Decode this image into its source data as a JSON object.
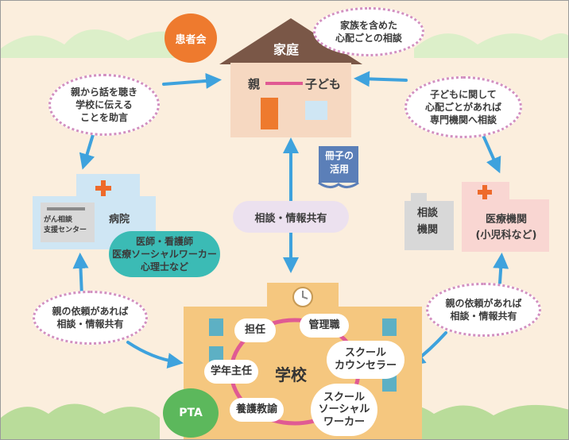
{
  "home": {
    "title": "家庭",
    "parent": "親",
    "child": "子ども"
  },
  "patient_group": "患者会",
  "clouds": {
    "family_consult": [
      "家族を含めた",
      "心配ごとの相談"
    ],
    "advice": [
      "親から話を聴き",
      "学校に伝える",
      "ことを助言"
    ],
    "specialist": [
      "子どもに関して",
      "心配ごとがあれば",
      "専門機関へ相談"
    ],
    "share_left": [
      "親の依頼があれば",
      "相談・情報共有"
    ],
    "share_right": [
      "親の依頼があれば",
      "相談・情報共有"
    ],
    "center": "相談・情報共有"
  },
  "booklet": [
    "冊子の",
    "活用"
  ],
  "hospital": {
    "label": "病院",
    "support_center": [
      "がん相談",
      "支援センター"
    ],
    "staff": [
      "医師・看護師",
      "医療ソーシャルワーカー",
      "心理士など"
    ]
  },
  "consult_agency": [
    "相談",
    "機関"
  ],
  "clinic": [
    "医療機関",
    "(小児科など)"
  ],
  "school": {
    "label": "学校",
    "roles": {
      "tannin": "担任",
      "kanrishoku": "管理職",
      "counselor": [
        "スクール",
        "カウンセラー"
      ],
      "social_worker": [
        "スクール",
        "ソーシャル",
        "ワーカー"
      ],
      "yogo": "養護教諭",
      "gakunen": "学年主任"
    }
  },
  "pta": "PTA",
  "colors": {
    "background": "#fbeedd",
    "arrow": "#3ea2dd",
    "cloud_border": "#d28fc0",
    "home_wall": "#f6d8c1",
    "roof": "#7a5747",
    "patient_group": "#ee7a2e",
    "hospital": "#cfe6f4",
    "cross": "#ee6a2b",
    "staff_bubble": "#3bbbb5",
    "school": "#f5c77f",
    "ring": "#e05a93",
    "pta": "#5cb85c",
    "center_label": "#ece1ef"
  }
}
